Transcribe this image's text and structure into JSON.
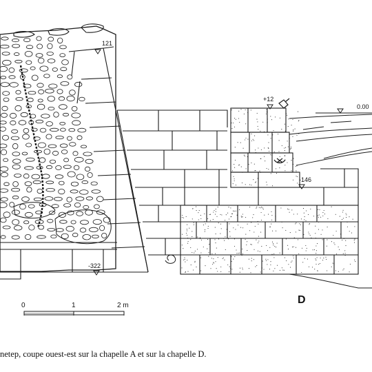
{
  "levels": {
    "top": "121",
    "plus12": "+12",
    "zero": "0.00",
    "minus146": "-146",
    "minus322": "-322"
  },
  "chapel_label": "D",
  "scale": {
    "ticks": [
      "0",
      "1",
      "2 m"
    ]
  },
  "caption": "netep, coupe ouest-est sur la chapelle A et sur la chapelle D."
}
